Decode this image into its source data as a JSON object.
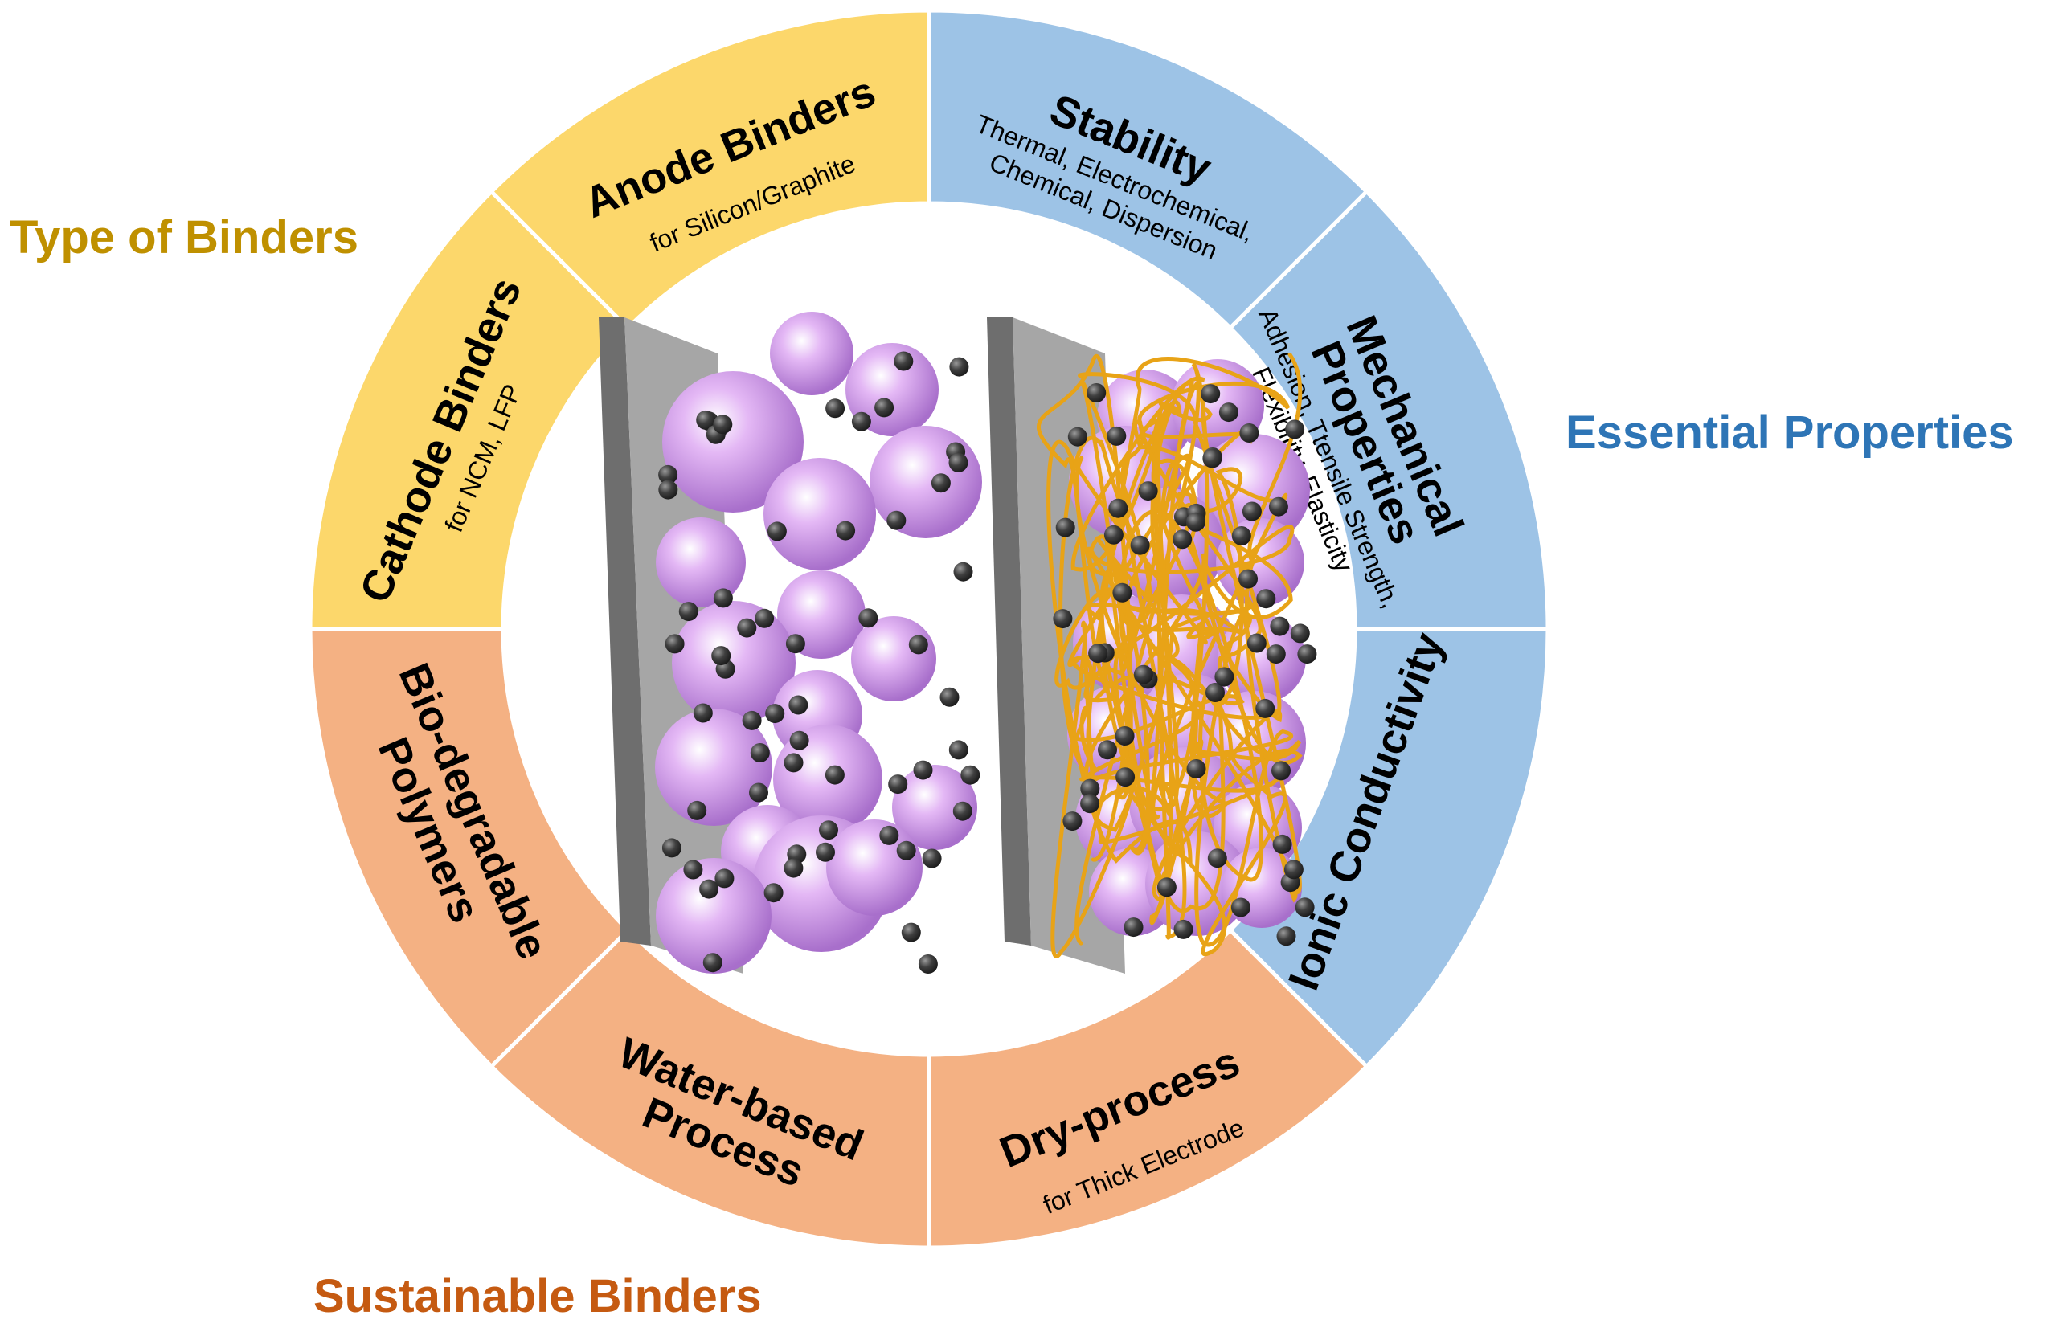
{
  "colors": {
    "type_group": "#FCD76B",
    "essential_group": "#9DC3E6",
    "sustainable_group": "#F4B183",
    "type_label": "#BF9000",
    "essential_label": "#2E75B6",
    "sustainable_label": "#C55A11",
    "particle": "#D9A6F0",
    "particle_dark": "#A56BC7",
    "carbon": "#404040",
    "collector_front": "#A6A6A6",
    "collector_side": "#6E6E6E",
    "binder_strand": "#E8A317"
  },
  "groups": {
    "type": {
      "label": "Type of Binders"
    },
    "essential": {
      "label": "Essential Properties"
    },
    "sustainable": {
      "label": "Sustainable Binders"
    }
  },
  "segments": {
    "stability": {
      "title": "Stability",
      "sub1": "Thermal, Electrochemical,",
      "sub2": "Chemical, Dispersion"
    },
    "mechanical": {
      "title1": "Mechanical",
      "title2": "Properties",
      "sub1": "Adhesion, Ttensile Strength,",
      "sub2": "Flexibility, Elasticity"
    },
    "ionic": {
      "title": "Ionic Conductivity"
    },
    "dry": {
      "title": "Dry-process",
      "sub": "for Thick Electrode"
    },
    "water": {
      "title1": "Water-based",
      "title2": "Process"
    },
    "bio": {
      "title1": "Bio-degradable",
      "title2": "Polymers"
    },
    "cathode": {
      "title": "Cathode Binders",
      "sub": "for NCM, LFP"
    },
    "anode": {
      "title": "Anode Binders",
      "sub": "for Silicon/Graphite"
    }
  }
}
